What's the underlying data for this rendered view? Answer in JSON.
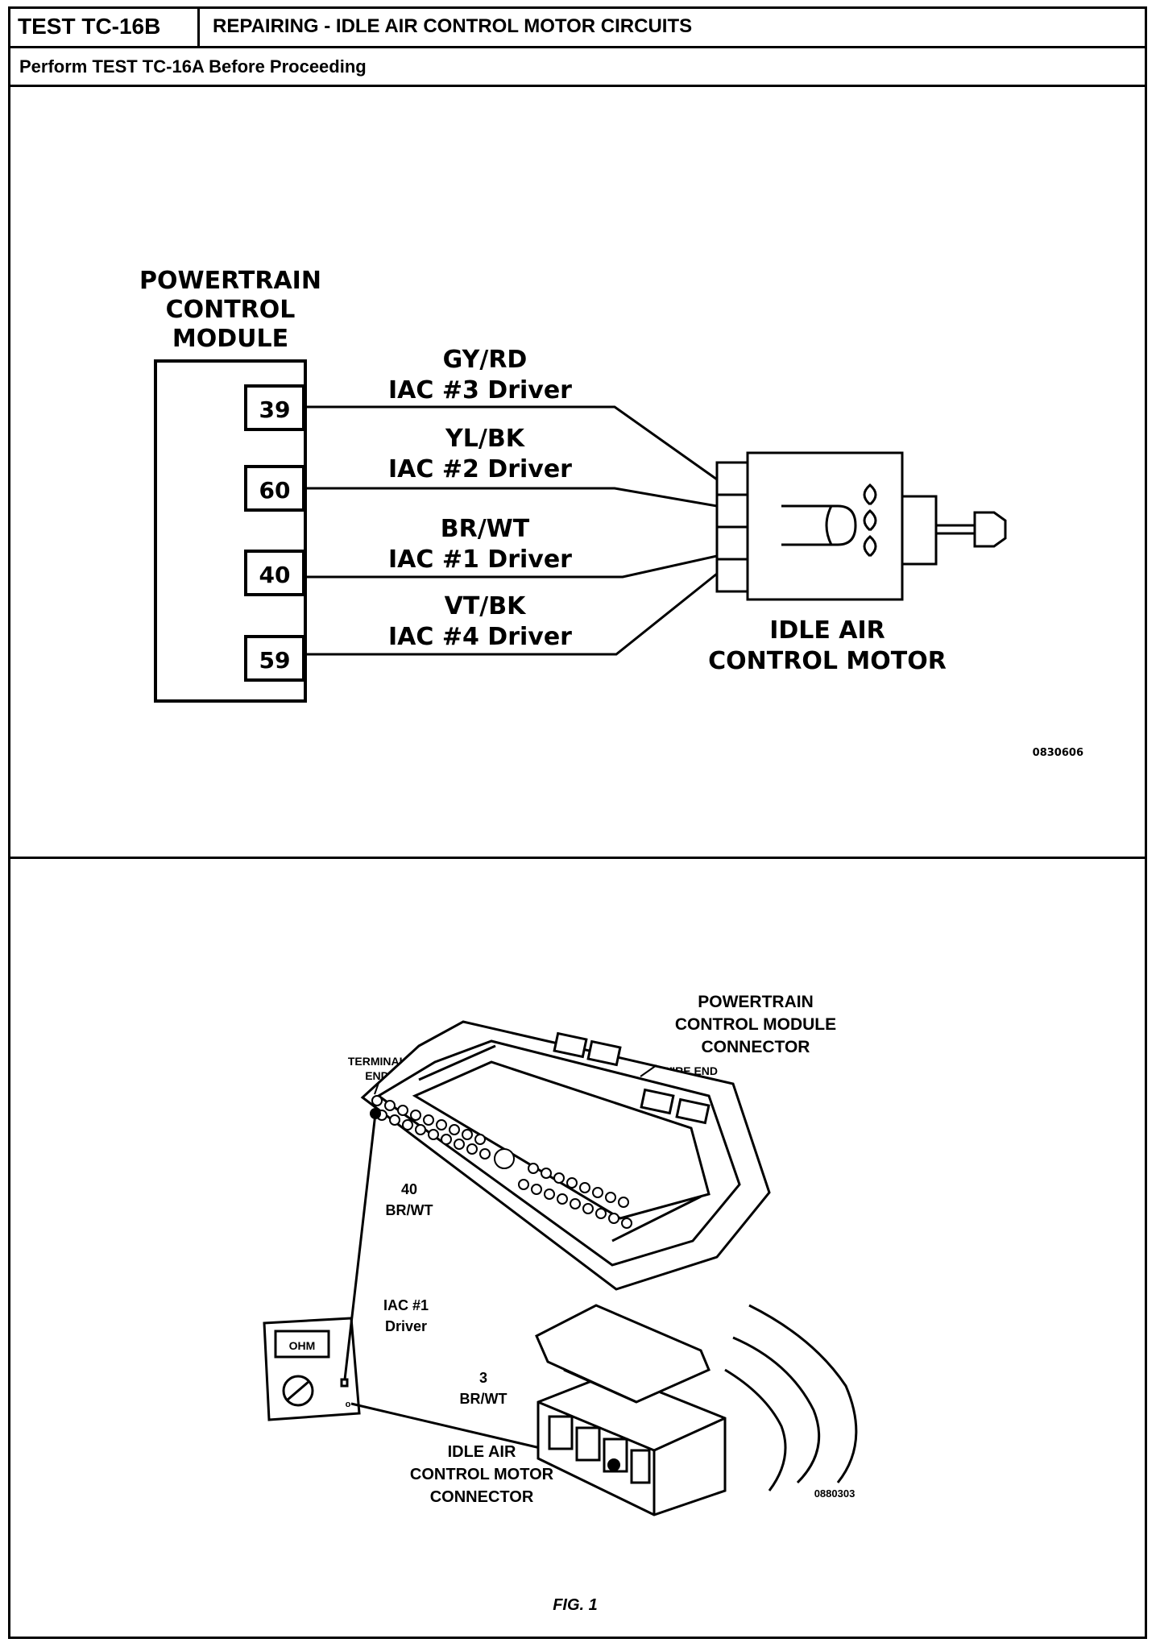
{
  "header": {
    "test_id": "TEST TC-16B",
    "title": "REPAIRING - IDLE AIR CONTROL MOTOR CIRCUITS",
    "prerequisite": "Perform TEST TC-16A Before Proceeding"
  },
  "schematic": {
    "pcm_label": [
      "POWERTRAIN",
      "CONTROL",
      "MODULE"
    ],
    "pins": [
      "39",
      "60",
      "40",
      "59"
    ],
    "wires": [
      {
        "color": "GY/RD",
        "circuit": "IAC  #3  Driver"
      },
      {
        "color": "YL/BK",
        "circuit": "IAC  #2  Driver"
      },
      {
        "color": "BR/WT",
        "circuit": "IAC  #1  Driver"
      },
      {
        "color": "VT/BK",
        "circuit": "IAC  #4  Driver"
      }
    ],
    "motor_label": [
      "IDLE  AIR",
      "CONTROL  MOTOR"
    ],
    "ref_code": "0830606"
  },
  "figure": {
    "pcm_connector_label": [
      "POWERTRAIN",
      "CONTROL MODULE",
      "CONNECTOR"
    ],
    "terminal_end_label": [
      "TERMINAL",
      "END"
    ],
    "wire_end_label": "WIRE  END",
    "pin_label": [
      "40",
      "BR/WT"
    ],
    "circuit_label": [
      "IAC #1",
      "Driver"
    ],
    "motor_pin_label": [
      "3",
      "BR/WT"
    ],
    "motor_connector_label": [
      "IDLE AIR",
      "CONTROL MOTOR",
      "CONNECTOR"
    ],
    "meter_display": "OHM",
    "ref_code": "0880303",
    "caption": "FIG. 1"
  }
}
